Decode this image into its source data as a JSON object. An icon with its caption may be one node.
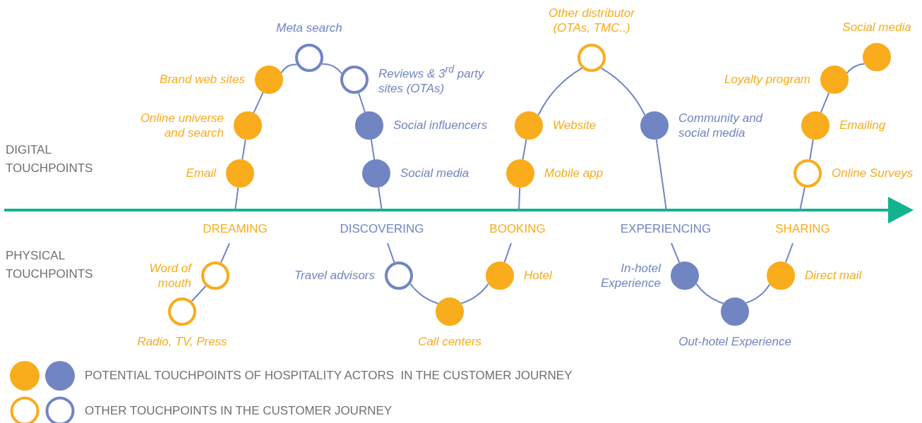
{
  "diagram": {
    "nodes": [
      {
        "text": [
          "Radio, TV, Press"
        ]
      },
      {
        "text": [
          "Word of mouth"
        ]
      },
      {
        "text": [
          "Email"
        ]
      },
      {
        "text": [
          "Online universe and search"
        ]
      },
      {
        "text": [
          "Brand web sites"
        ]
      },
      {
        "text": [
          "Meta search"
        ]
      },
      {
        "text": [
          "Reviews & 3$^{rd}$ party sites (OTAs)"
        ]
      },
      {
        "text": [
          "Social influencers"
        ]
      },
      {
        "text": [
          "Social media"
        ]
      },
      {
        "text": [
          "Travel advisors"
        ]
      },
      {
        "text": [
          "Call centers"
        ]
      },
      {
        "text": [
          "Hotel"
        ]
      },
      {
        "text": [
          "Mobile app"
        ]
      },
      {
        "text": [
          "Website"
        ]
      },
      {
        "text": [
          "Other distributor (OTAs, TMC..)"
        ]
      },
      {
        "text": [
          "Community and social media"
        ]
      },
      {
        "text": [
          "In-hotel Experience"
        ]
      },
      {
        "text": [
          "Out-hotel Experience"
        ]
      },
      {
        "text": [
          "Direct mail"
        ]
      },
      {
        "text": [
          "Online Surveys"
        ]
      },
      {
        "text": [
          "Emailing"
        ]
      },
      {
        "text": [
          "Loyalty program"
        ]
      },
      {
        "text": [
          "Social media"
        ]
      }
    ],
    "edges": [
      {
        "from": 0,
        "to": 1,
        "arrow": "none"
      },
      {
        "from": 1,
        "to": null,
        "arrow": "none"
      },
      {
        "from": null,
        "to": 2,
        "arrow": "none"
      },
      {
        "from": 2,
        "to": 3,
        "arrow": "none"
      },
      {
        "from": 3,
        "to": 4,
        "arrow": "none"
      },
      {
        "from": 4,
        "to": 5,
        "arrow": "none"
      },
      {
        "from": 5,
        "to": 6,
        "arrow": "none"
      },
      {
        "from": 6,
        "to": 7,
        "arrow": "none"
      },
      {
        "from": 7,
        "to": 8,
        "arrow": "none"
      },
      {
        "from": 8,
        "to": null,
        "arrow": "none"
      },
      {
        "from": null,
        "to": 9,
        "arrow": "none"
      },
      {
        "from": 9,
        "to": 10,
        "arrow": "none"
      },
      {
        "from": 10,
        "to": 11,
        "arrow": "none"
      },
      {
        "from": 11,
        "to": null,
        "arrow": "none"
      },
      {
        "from": null,
        "to": 12,
        "arrow": "none"
      },
      {
        "from": 12,
        "to": 13,
        "arrow": "none"
      },
      {
        "from": 13,
        "to": 14,
        "arrow": "none"
      },
      {
        "from": 14,
        "to": 15,
        "arrow": "none"
      },
      {
        "from": 15,
        "to": null,
        "arrow": "none"
      },
      {
        "from": null,
        "to": 16,
        "arrow": "none"
      },
      {
        "from": 16,
        "to": 17,
        "arrow": "none"
      },
      {
        "from": 17,
        "to": 18,
        "arrow": "none"
      },
      {
        "from": 18,
        "to": null,
        "arrow": "none"
      },
      {
        "from": null,
        "to": 19,
        "arrow": "none"
      },
      {
        "from": 19,
        "to": 20,
        "arrow": "none"
      },
      {
        "from": 20,
        "to": 21,
        "arrow": "none"
      },
      {
        "from": 21,
        "to": 22,
        "arrow": "none"
      }
    ],
    "labels": [
      "DIGITAL TOUCHPOINTS",
      "PHYSICAL TOUCHPOINTS",
      "DREAMING",
      "DISCOVERING",
      "BOOKING",
      "EXPERIENCING",
      "SHARING"
    ],
    "legend": [
      {
        "text": "POTENTIAL TOUCHPOINTS OF HOSPITALITY ACTORS  IN THE CUSTOMER JOURNEY"
      },
      {
        "text": "OTHER TOUCHPOINTS IN THE CUSTOMER JOURNEY"
      }
    ]
  }
}
